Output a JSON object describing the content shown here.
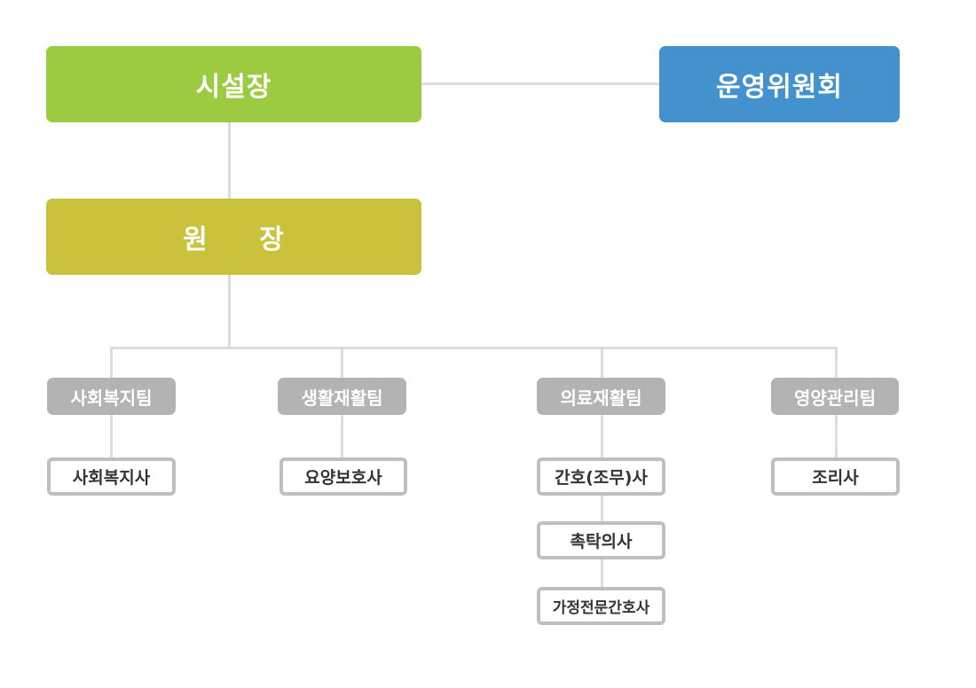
{
  "colors": {
    "facility_head": "#9ccb41",
    "committee": "#4392cd",
    "director": "#cbc23c",
    "team": "#b3b3b3",
    "staff_border": "#bfbfbf",
    "connector": "#dcdcdc"
  },
  "top": {
    "facility_head": "시설장",
    "committee": "운영위원회",
    "director": "원 장"
  },
  "teams": [
    {
      "label": "사회복지팀",
      "staff": [
        "사회복지사"
      ]
    },
    {
      "label": "생활재활팀",
      "staff": [
        "요양보호사"
      ]
    },
    {
      "label": "의료재활팀",
      "staff": [
        "간호(조무)사",
        "촉탁의사",
        "가정전문간호사"
      ]
    },
    {
      "label": "영양관리팀",
      "staff": [
        "조리사"
      ]
    }
  ]
}
